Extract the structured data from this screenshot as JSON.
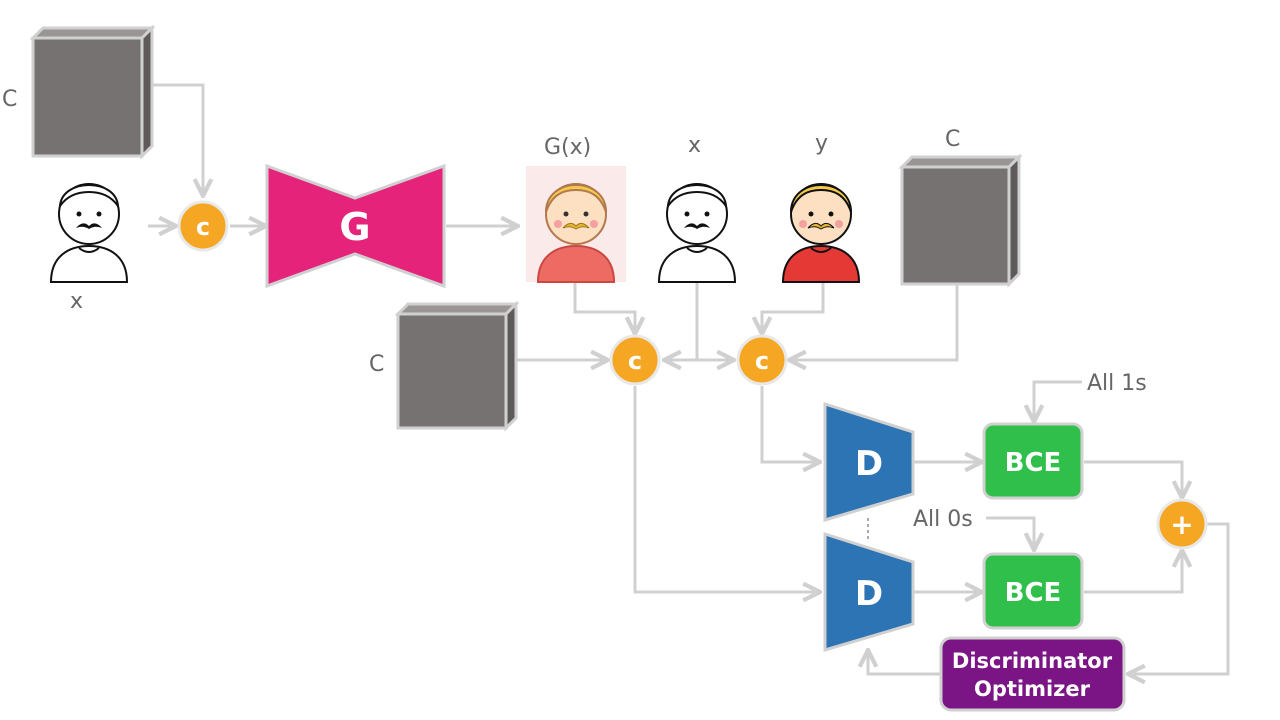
{
  "colors": {
    "line": "#d0d0d0",
    "condition_block": "#777272",
    "generator": "#e6237a",
    "discriminator": "#2d74b5",
    "concat_node": "#f5a623",
    "bce": "#2fbf4a",
    "optimizer": "#7b1585",
    "skin": "#fde0c2",
    "hair": "#f6c94a",
    "shirt_red": "#e53935",
    "mustache": "#e7b434"
  },
  "icons": {
    "concat": "concat-node-icon",
    "plus": "plus-node-icon",
    "person": "person-icon",
    "block": "condition-block-icon"
  },
  "labels": {
    "c_top_left": "C",
    "x_input": "x",
    "c_middle": "C",
    "c_right": "C",
    "gx_label": "G(x)",
    "x_label": "x",
    "y_label": "y",
    "concat_symbol": "c",
    "generator": "G",
    "discriminator_top": "D",
    "discriminator_bottom": "D",
    "bce_top": "BCE",
    "bce_bottom": "BCE",
    "plus_symbol": "+",
    "all_ones": "All 1s",
    "all_zeros": "All 0s",
    "optimizer_line1": "Discriminator",
    "optimizer_line2": "Optimizer"
  }
}
